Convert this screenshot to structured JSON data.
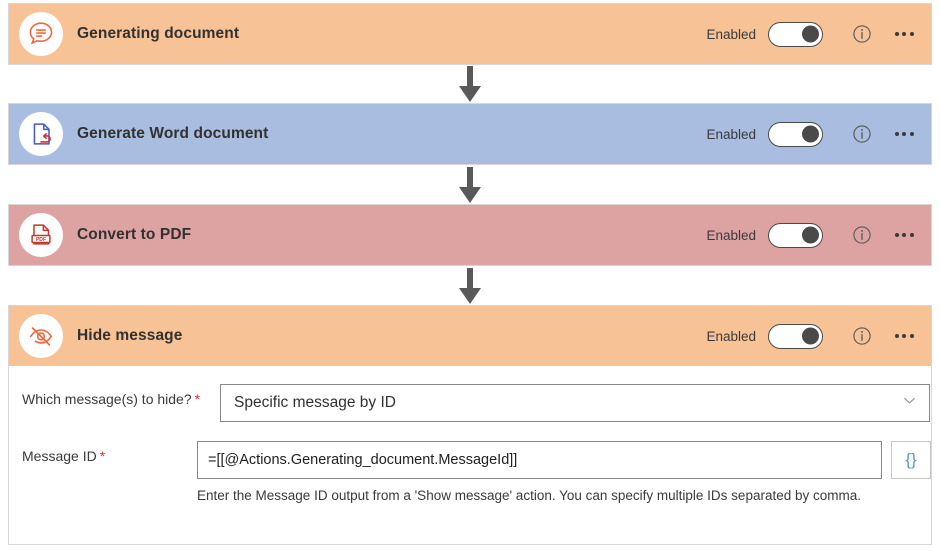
{
  "flow": {
    "cards": [
      {
        "id": "generating-document",
        "title": "Generating document",
        "enabled_label": "Enabled",
        "toggle_state": "on",
        "header_color": "#f7c396",
        "icon": "speech-bubble-icon"
      },
      {
        "id": "generate-word-document",
        "title": "Generate Word document",
        "enabled_label": "Enabled",
        "toggle_state": "on",
        "header_color": "#a8bde0",
        "icon": "word-document-icon"
      },
      {
        "id": "convert-to-pdf",
        "title": "Convert to PDF",
        "enabled_label": "Enabled",
        "toggle_state": "on",
        "header_color": "#dda3a3",
        "icon": "pdf-document-icon"
      },
      {
        "id": "hide-message",
        "title": "Hide message",
        "enabled_label": "Enabled",
        "toggle_state": "on",
        "header_color": "#f7c396",
        "icon": "eye-hidden-icon"
      }
    ],
    "connector_icon": "arrow-down-icon"
  },
  "form": {
    "which_message": {
      "label": "Which message(s) to hide?",
      "required_marker": "*",
      "value": "Specific message by ID",
      "chevron": "chevron-down-icon"
    },
    "message_id": {
      "label": "Message ID",
      "required_marker": "*",
      "value": "=[[@Actions.Generating_document.MessageId]]",
      "expression_button": "{}",
      "helper": "Enter the Message ID output from a 'Show message' action. You can specify multiple IDs separated by comma."
    }
  },
  "icons": {
    "info": "info-circle-icon",
    "more": "more-options-icon"
  }
}
